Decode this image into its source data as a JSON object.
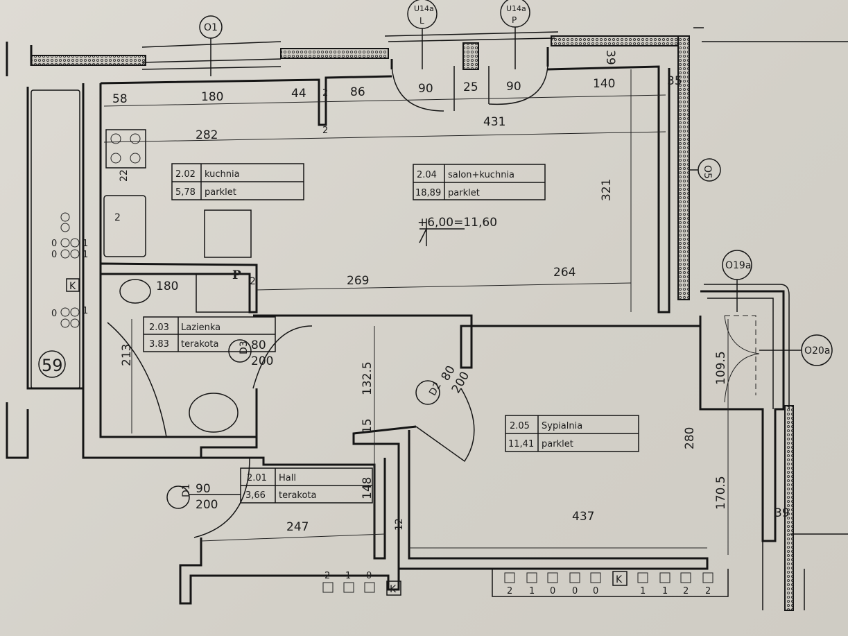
{
  "rooms": [
    {
      "number": "2.02",
      "name": "kuchnia",
      "area": "5,78",
      "floor": "parklet"
    },
    {
      "number": "2.04",
      "name": "salon+kuchnia",
      "area": "18,89",
      "floor": "parklet"
    },
    {
      "number": "2.03",
      "name": "Lazienka",
      "area": "3.83",
      "floor": "terakota"
    },
    {
      "number": "2.01",
      "name": "Hall",
      "area": "3,66",
      "floor": "terakota"
    },
    {
      "number": "2.05",
      "name": "Sypialnia",
      "area": "11,41",
      "floor": "parklet"
    }
  ],
  "level": "+6,00=11,60",
  "tags": {
    "o1": "O1",
    "u14a_l_top": "U14a",
    "u14a_l_bot": "L",
    "u14a_p_top": "U14a",
    "u14a_p_bot": "P",
    "o5": "O5",
    "o19a": "O19a",
    "o20a": "O20a",
    "d1": "D1",
    "d2": "D2",
    "d3": "D3",
    "unit": "59",
    "k_left": "K",
    "k_bottom": "K",
    "k_right": "K",
    "p": "P"
  },
  "doors": {
    "d1": {
      "width": "90",
      "height": "200"
    },
    "d2": {
      "width": "80",
      "height": "200"
    },
    "d3": {
      "width": "80",
      "height": "200"
    }
  },
  "dims": {
    "top": [
      "58",
      "180",
      "44",
      "2",
      "86",
      "90",
      "25",
      "90",
      "140",
      "39",
      "35"
    ],
    "kitchen_width": "282",
    "wall2": "2",
    "salon_width": "431",
    "salon_depth": "321",
    "kitchen_side": "22",
    "kitchen_side2": "2",
    "bath_width": "180",
    "bath_wall": "2",
    "mid_a": "269",
    "mid_b": "264",
    "bath_depth": "213",
    "hall_depth": "132.5",
    "hall_small": "15",
    "hall_h": "148",
    "hall_width": "247",
    "hall_wall": "12",
    "bed_window": "109.5",
    "bed_depth": "280",
    "bed_lower": "170.5",
    "bed_width": "437",
    "bed_wall": "39"
  },
  "radiators": {
    "left": [
      "0",
      "1",
      "0",
      "1",
      "0",
      "1"
    ],
    "bottom_left": [
      "2",
      "1",
      "0"
    ],
    "bottom_right": [
      "2",
      "1",
      "0",
      "0",
      "0",
      "1",
      "1",
      "2",
      "2"
    ]
  }
}
